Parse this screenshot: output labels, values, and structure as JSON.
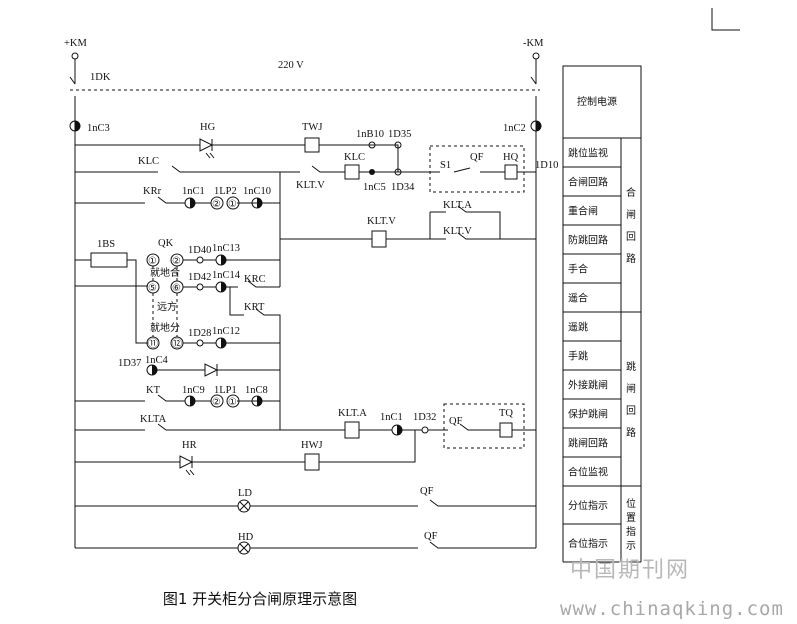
{
  "supply": {
    "pos": "+KM",
    "neg": "-KM",
    "voltage": "220 V",
    "breaker": "1DK"
  },
  "terminals": {
    "nc3": "1nC3",
    "nc2": "1nC2",
    "nb10": "1nB10",
    "d35": "1D35",
    "nc5": "1nC5",
    "d34": "1D34",
    "d10": "1D10",
    "nc1a": "1nC1",
    "nc10": "1nC10",
    "d40": "1D40",
    "nc13": "1nC13",
    "d42": "1D42",
    "nc14": "1nC14",
    "d28": "1D28",
    "nc12": "1nC12",
    "d37": "1D37",
    "nc4": "1nC4",
    "nc9": "1nC9",
    "nc8": "1nC8",
    "nc1b": "1nC1",
    "d32": "1D32"
  },
  "components": {
    "hg": "HG",
    "twj": "TWJ",
    "klc": "KLC",
    "klc2": "KLC",
    "kltv": "KLT.V",
    "kltv2": "KLT.V",
    "kltv3": "KLT.V",
    "klta": "KLT.A",
    "klta2": "KLT.A",
    "klta3": "KLTA",
    "s1": "S1",
    "qf1": "QF",
    "hq": "HQ",
    "krr": "KRr",
    "lp2": "1LP2",
    "bs": "1BS",
    "qk": "QK",
    "krc": "KRC",
    "krt": "KRT",
    "kt": "KT",
    "lp1": "1LP1",
    "qf2": "QF",
    "tq": "TQ",
    "hr": "HR",
    "hwj": "HWJ",
    "ld": "LD",
    "qf3": "QF",
    "hd": "HD",
    "qf4": "QF"
  },
  "qk_contacts": {
    "c1": "①",
    "c2": "②",
    "c5": "⑤",
    "c6": "⑥",
    "c11": "⑪",
    "c12": "⑫"
  },
  "lp_contacts": {
    "lp2_a": "②",
    "lp2_b": "①",
    "lp1_a": "②",
    "lp1_b": "①"
  },
  "qk_labels": {
    "local1": "就地合",
    "remote": "远方",
    "local2": "就地分"
  },
  "side_table": {
    "power": "控制电源",
    "close_rows": [
      "跳位监视",
      "合闸回路",
      "重合闸",
      "防跳回路",
      "手合",
      "遥合"
    ],
    "close_group": "合闸回路",
    "trip_rows": [
      "遥跳",
      "手跳",
      "外接跳闸",
      "保护跳闸",
      "跳闸回路",
      "合位监视"
    ],
    "trip_group": "跳闸回路",
    "pos_rows": [
      "分位指示",
      "合位指示"
    ],
    "pos_group": "位置指示"
  },
  "caption": "图1 开关柜分合闸原理示意图",
  "watermark_cn": "中国期刊网",
  "watermark_url": "www.chinaqking.com"
}
